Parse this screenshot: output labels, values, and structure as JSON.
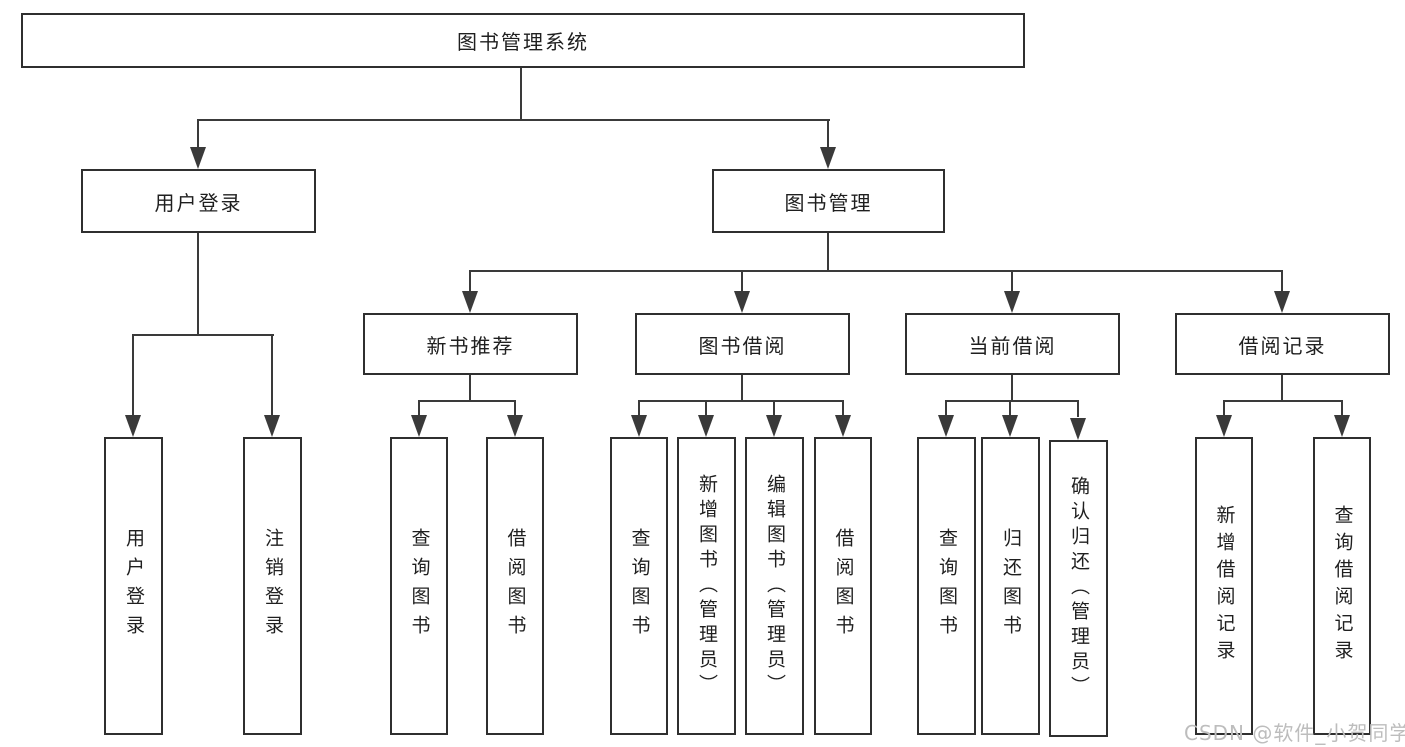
{
  "nodes": {
    "root": "图书管理系统",
    "user_login": "用户登录",
    "book_mgmt": "图书管理",
    "new_book_rec": "新书推荐",
    "book_borrow": "图书借阅",
    "current_borrow": "当前借阅",
    "borrow_records": "借阅记录",
    "leaf_user_login": "用户登录",
    "leaf_logout": "注销登录",
    "leaf_query_books_1": "查询图书",
    "leaf_borrow_books_1": "借阅图书",
    "leaf_query_books_2": "查询图书",
    "leaf_add_books_admin": "新增图书（管理员）",
    "leaf_edit_books_admin": "编辑图书（管理员）",
    "leaf_borrow_books_2": "借阅图书",
    "leaf_query_books_3": "查询图书",
    "leaf_return_books": "归还图书",
    "leaf_confirm_return_admin": "确认归还（管理员）",
    "leaf_add_borrow_record": "新增借阅记录",
    "leaf_query_borrow_record": "查询借阅记录"
  },
  "hierarchy": {
    "root": [
      "user_login",
      "book_mgmt"
    ],
    "user_login": [
      "leaf_user_login",
      "leaf_logout"
    ],
    "book_mgmt": [
      "new_book_rec",
      "book_borrow",
      "current_borrow",
      "borrow_records"
    ],
    "new_book_rec": [
      "leaf_query_books_1",
      "leaf_borrow_books_1"
    ],
    "book_borrow": [
      "leaf_query_books_2",
      "leaf_add_books_admin",
      "leaf_edit_books_admin",
      "leaf_borrow_books_2"
    ],
    "current_borrow": [
      "leaf_query_books_3",
      "leaf_return_books",
      "leaf_confirm_return_admin"
    ],
    "borrow_records": [
      "leaf_add_borrow_record",
      "leaf_query_borrow_record"
    ]
  },
  "watermark": "CSDN @软件_小贺同学",
  "colors": {
    "line": "#3a3a3a",
    "box_border": "#2f2f2f",
    "text": "#1f1f1f",
    "watermark": "#bdbdbd",
    "background": "#ffffff"
  }
}
